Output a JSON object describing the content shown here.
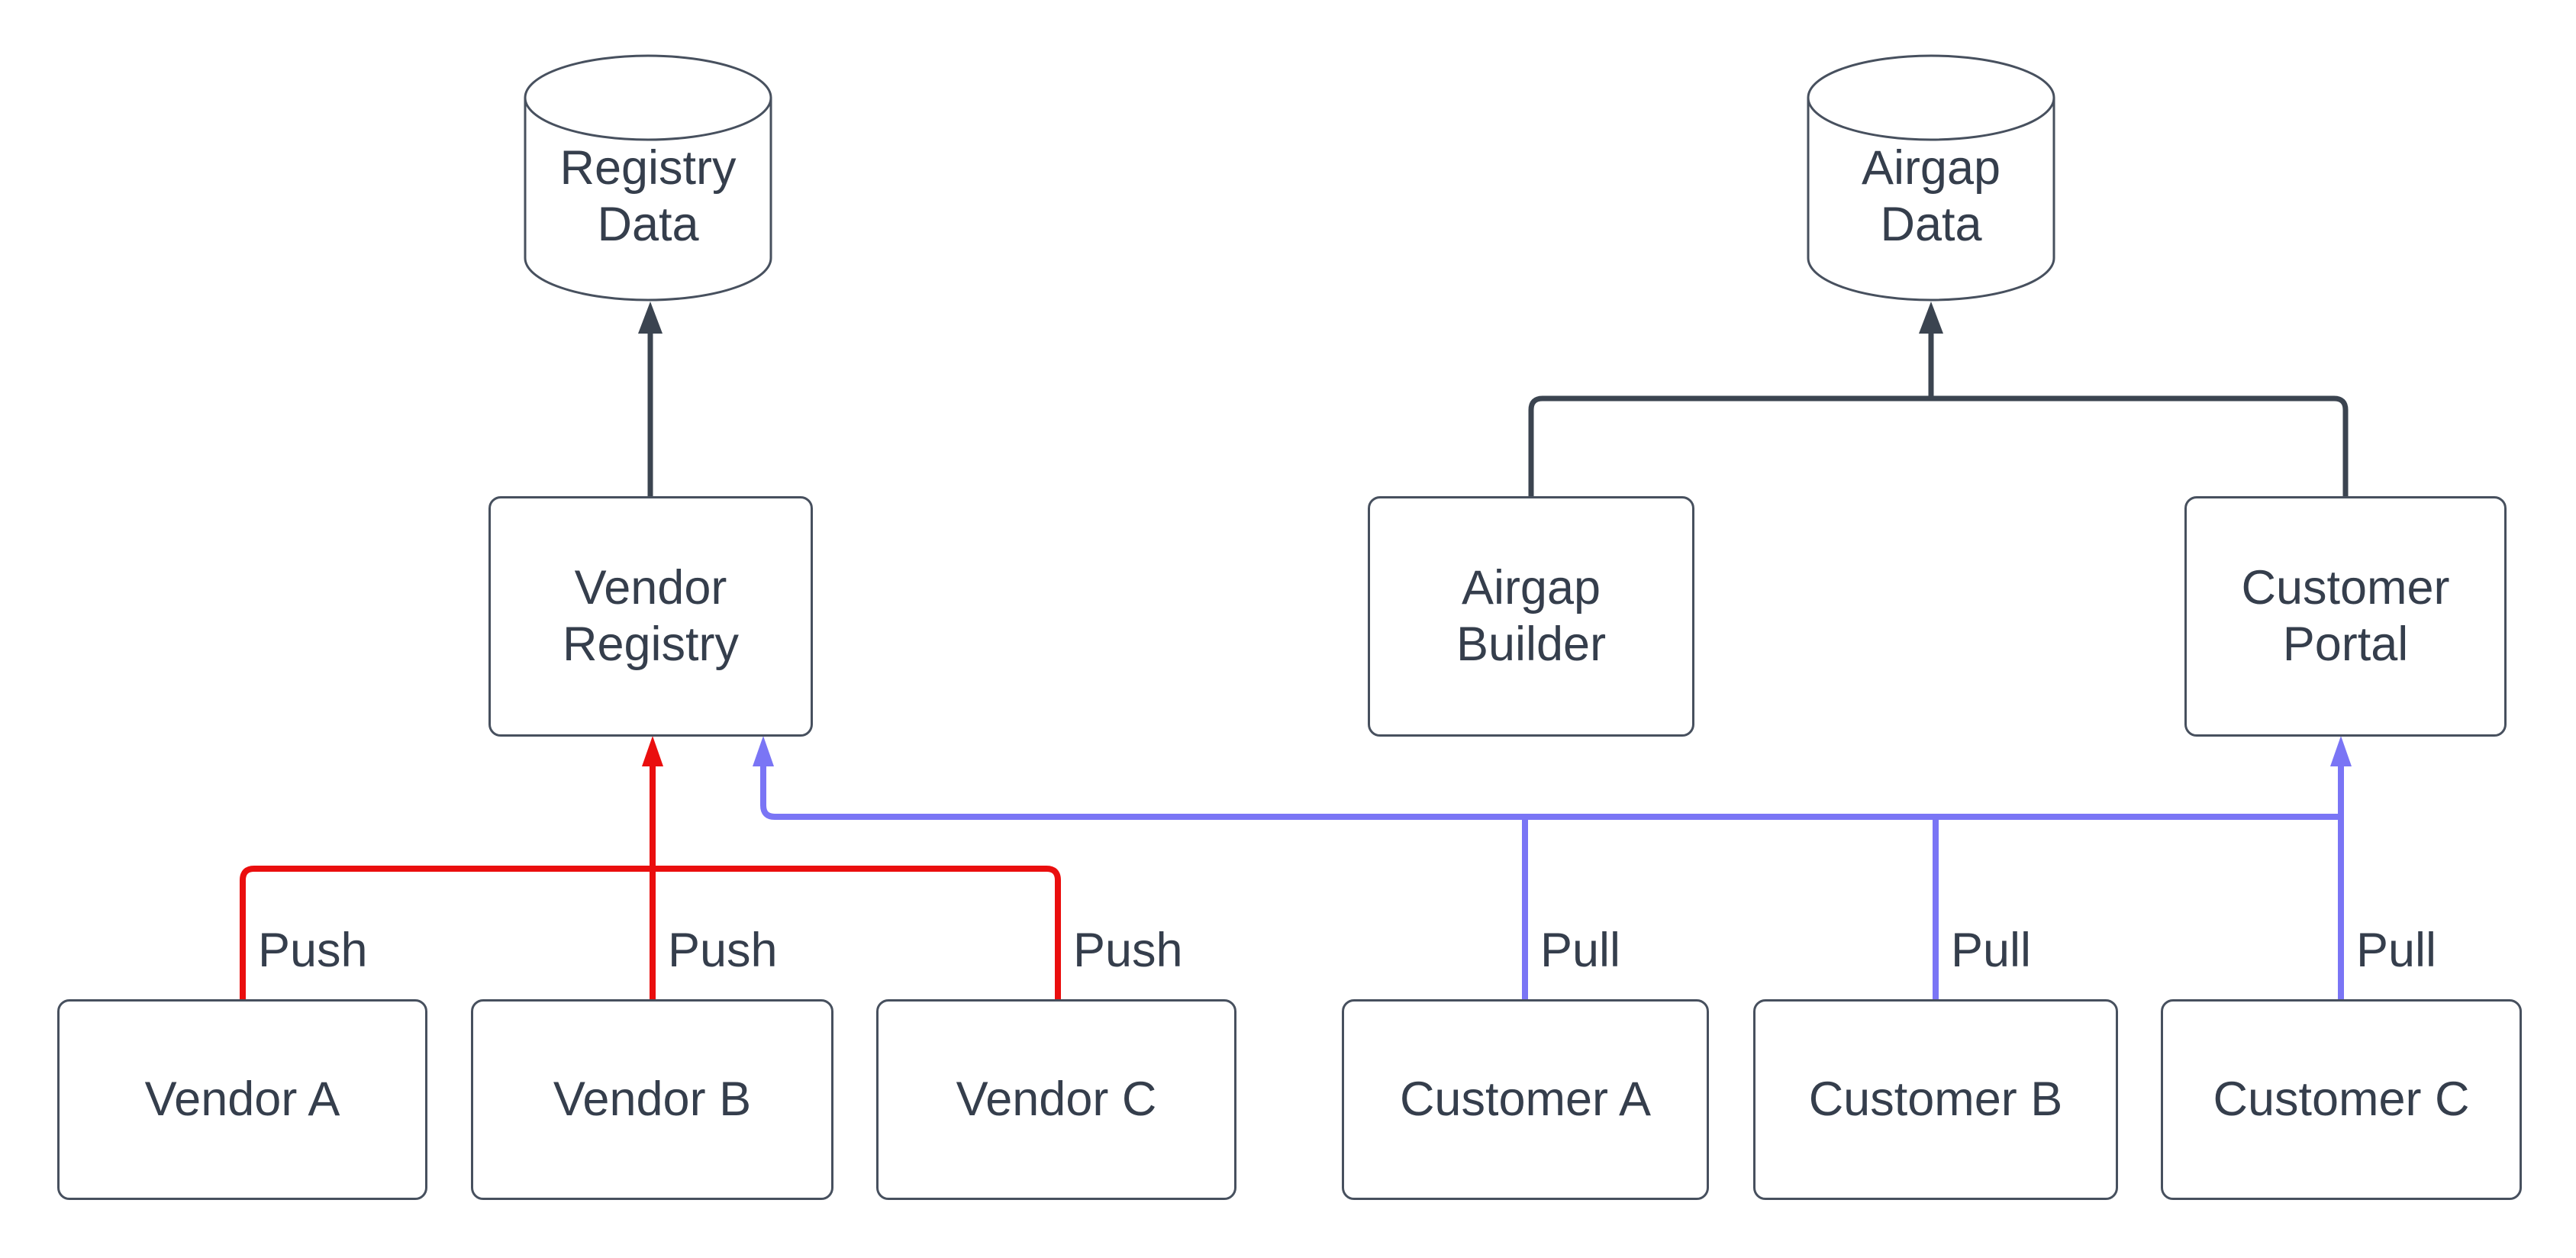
{
  "colors": {
    "background": "#ffffff",
    "node_border": "#47505e",
    "node_fill": "#ffffff",
    "text": "#353e4c",
    "connector": "#3b4450",
    "push_line": "#ea0e0e",
    "pull_line": "#7a75f5"
  },
  "nodes": {
    "registry_data": {
      "lines": [
        "Registry",
        "Data"
      ]
    },
    "airgap_data": {
      "lines": [
        "Airgap",
        "Data"
      ]
    },
    "vendor_registry": {
      "lines": [
        "Vendor",
        "Registry"
      ]
    },
    "airgap_builder": {
      "lines": [
        "Airgap",
        "Builder"
      ]
    },
    "customer_portal": {
      "lines": [
        "Customer",
        "Portal"
      ]
    },
    "vendor_a": {
      "lines": [
        "Vendor A"
      ]
    },
    "vendor_b": {
      "lines": [
        "Vendor B"
      ]
    },
    "vendor_c": {
      "lines": [
        "Vendor C"
      ]
    },
    "customer_a": {
      "lines": [
        "Customer A"
      ]
    },
    "customer_b": {
      "lines": [
        "Customer B"
      ]
    },
    "customer_c": {
      "lines": [
        "Customer C"
      ]
    }
  },
  "edge_labels": [
    "Push",
    "Push",
    "Push",
    "Pull",
    "Pull",
    "Pull"
  ]
}
